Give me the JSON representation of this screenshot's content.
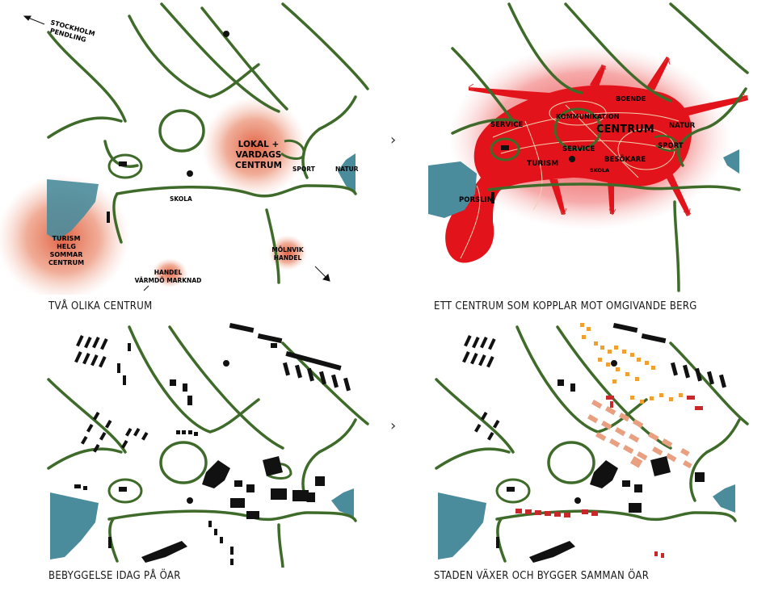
{
  "colors": {
    "road_green": "#3f6b2a",
    "water": "#4a8c9c",
    "center_red": "#e3131b",
    "glow_orange": "#e8785a",
    "building_black": "#111111",
    "new_building_salmon": "#e8a080",
    "new_building_orange": "#f0a030",
    "new_building_red": "#c8282a"
  },
  "panels": [
    {
      "caption": "TVÅ OLIKA CENTRUM",
      "labels": {
        "stockholm": [
          "STOCKHOLM",
          "PENDLING"
        ],
        "lokal": [
          "LOKAL +",
          "VARDAGS",
          "CENTRUM"
        ],
        "sport": "SPORT",
        "natur": "NATUR",
        "skola": "SKOLA",
        "turism": [
          "TURISM",
          "HELG",
          "SOMMAR",
          "CENTRUM"
        ],
        "handel": [
          "HANDEL",
          "VÄRMDÖ MARKNAD"
        ],
        "molnvik": [
          "MÖLNVIK",
          "HANDEL"
        ]
      }
    },
    {
      "caption": "ETT CENTRUM SOM KOPPLAR MOT OMGIVANDE BERG",
      "labels": {
        "boende": "BOENDE",
        "kommunikation": "KOMMUNIKATION",
        "centrum": "CENTRUM",
        "service": "SERVICE",
        "natur": "NATUR",
        "service2": "SERVICE",
        "sport": "SPORT",
        "turism": "TURISM",
        "besokare": "BESÖKARE",
        "skola": "SKOLA",
        "porslin": "PORSLIN"
      }
    },
    {
      "caption": "BEBYGGELSE IDAG PÅ ÖAR"
    },
    {
      "caption": "STADEN VÄXER OCH BYGGER SAMMAN ÖAR"
    }
  ],
  "arrows": [
    "›",
    "›"
  ]
}
